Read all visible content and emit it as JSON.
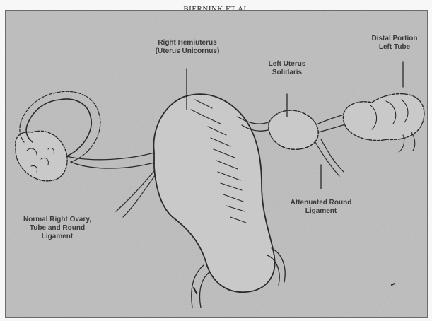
{
  "header": {
    "text": "BIERNINK ET AL"
  },
  "labels": {
    "right_hemiuterus": "Right Hemiuterus\n(Uterus Unicornus)",
    "left_uterus": "Left Uterus\nSolidaris",
    "distal_portion": "Distal Portion\nLeft Tube",
    "attenuated_ligament": "Attenuated Round\nLigament",
    "normal_right_ovary": "Normal Right Ovary,\nTube and Round\nLigament"
  },
  "colors": {
    "paper": "#f7f7f7",
    "plate": "#bdbdbd",
    "ink": "#2a2a2a",
    "organ_fill": "#c9c9c9"
  }
}
